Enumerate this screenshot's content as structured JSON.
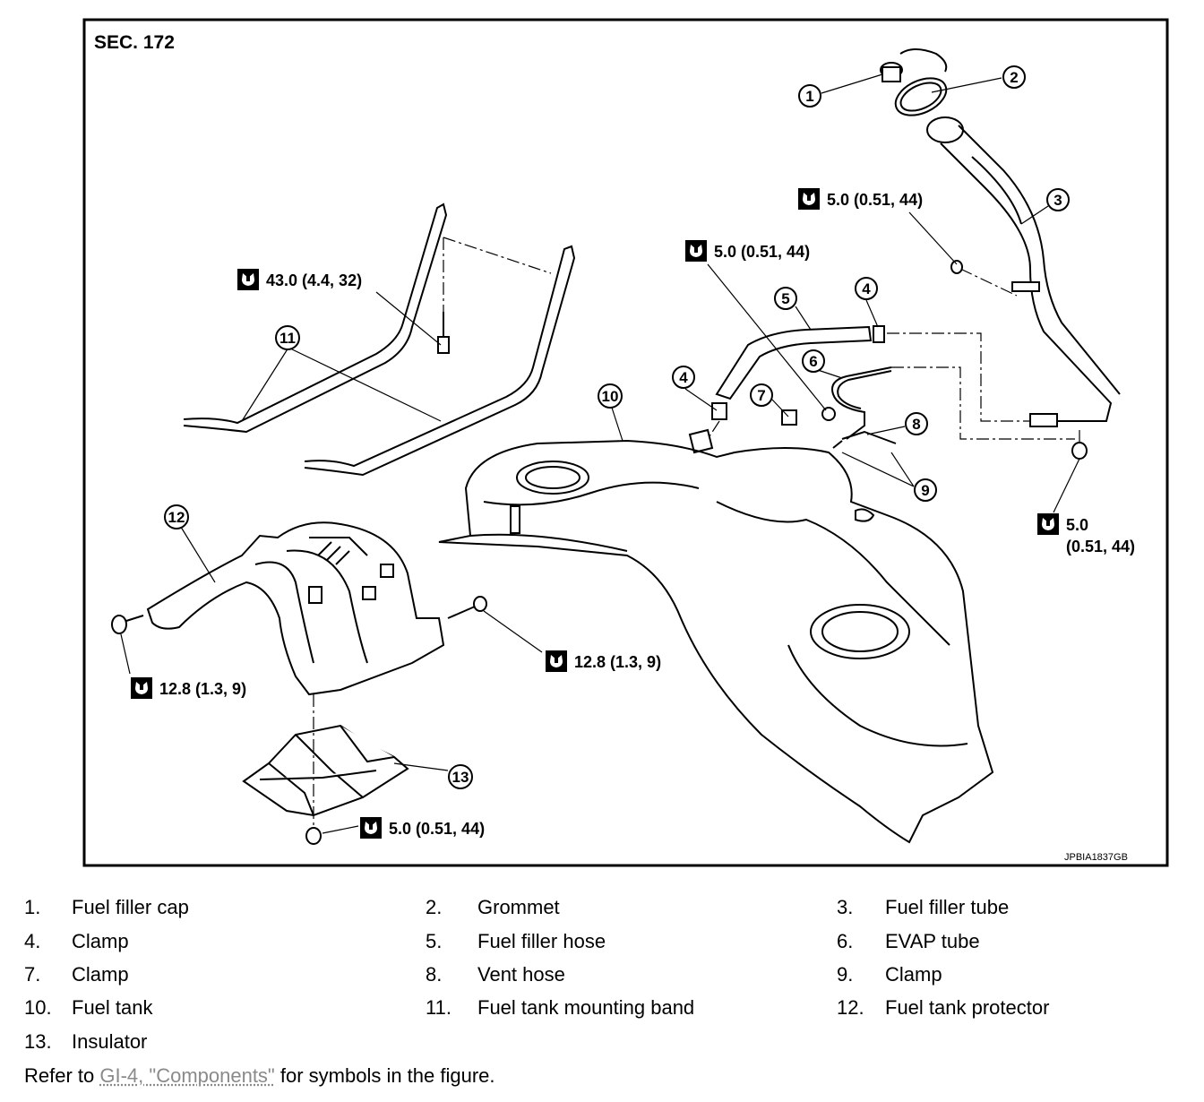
{
  "figure": {
    "section": "SEC. 172",
    "image_id": "JPBIA1837GB",
    "callouts": [
      "1",
      "2",
      "3",
      "4",
      "4",
      "5",
      "6",
      "7",
      "8",
      "9",
      "10",
      "11",
      "12",
      "13"
    ],
    "torques": {
      "t1": "5.0 (0.51, 44)",
      "t2": "5.0 (0.51, 44)",
      "t3": "43.0 (4.4, 32)",
      "t4_line1": "5.0",
      "t4_line2": "(0.51, 44)",
      "t5": "12.8 (1.3, 9)",
      "t6": "12.8 (1.3, 9)",
      "t7": "5.0 (0.51, 44)"
    }
  },
  "legend": [
    {
      "num": "1.",
      "text": "Fuel filler cap"
    },
    {
      "num": "2.",
      "text": "Grommet"
    },
    {
      "num": "3.",
      "text": "Fuel filler tube"
    },
    {
      "num": "4.",
      "text": "Clamp"
    },
    {
      "num": "5.",
      "text": "Fuel filler hose"
    },
    {
      "num": "6.",
      "text": "EVAP tube"
    },
    {
      "num": "7.",
      "text": "Clamp"
    },
    {
      "num": "8.",
      "text": "Vent hose"
    },
    {
      "num": "9.",
      "text": "Clamp"
    },
    {
      "num": "10.",
      "text": "Fuel tank"
    },
    {
      "num": "11.",
      "text": "Fuel tank mounting band"
    },
    {
      "num": "12.",
      "text": "Fuel tank protector"
    },
    {
      "num": "13.",
      "text": "Insulator"
    }
  ],
  "note": {
    "prefix": "Refer to ",
    "link": "GI-4, \"Components\"",
    "suffix": " for symbols in the figure."
  }
}
